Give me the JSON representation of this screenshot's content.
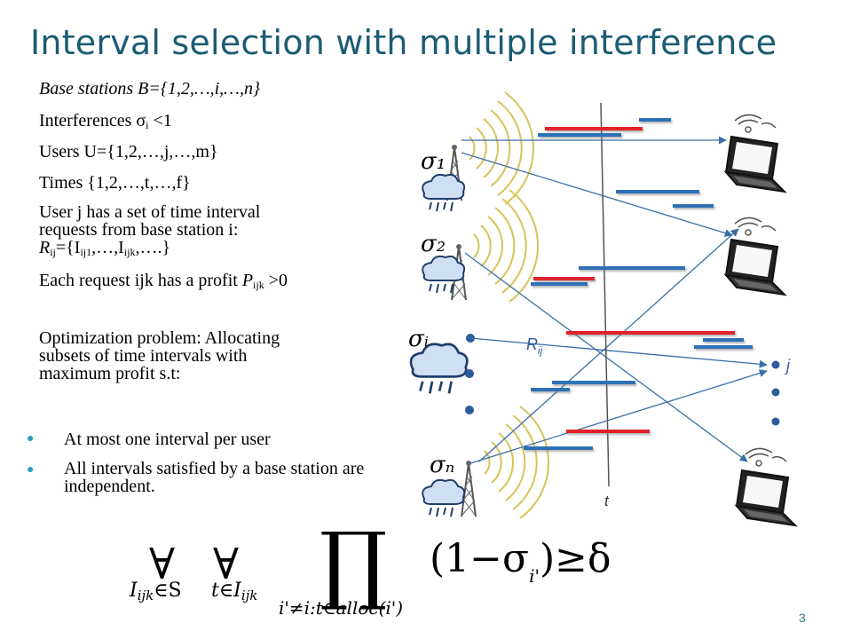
{
  "slide": {
    "title": "Interval selection with multiple interference",
    "page_number": "3",
    "lines": {
      "base_stations": "Base stations B={1,2,…,i,…,n}",
      "interferences_label": "Interferences ",
      "sigma": "σ",
      "sub_i": "i",
      "interferences_rest": " <1",
      "users": "Users  U={1,2,…,j,…,m}",
      "times": "Times {1,2,…,t,…,f}",
      "user_requests_line1": "User j has a set of time interval",
      "user_requests_line2": "requests from base station i:",
      "r_prefix": "R",
      "sub_ij": "ij",
      "r_set_a": "={I",
      "sub_ij1": "ij1",
      "r_set_b": ",…,I",
      "sub_ijk": "ijk",
      "r_set_c": ",….}",
      "profit_a": "Each request ijk has a profit ",
      "profit_p": "P",
      "profit_b": " >0",
      "optimization_line1": "Optimization problem: Allocating",
      "optimization_line2": "subsets of time intervals with",
      "optimization_line3": "maximum profit s.t:"
    },
    "bullets": [
      "At most one interval per user",
      "All intervals satisfied by a base station are independent."
    ],
    "diagram": {
      "sigma_1": "σ₁",
      "sigma_2": "σ₂",
      "sigma_i": "σᵢ",
      "sigma_n": "σₙ",
      "r_label": "R",
      "r_sub": "ij",
      "j_label": "j",
      "t_label": "t",
      "colors": {
        "red": "#e0232b",
        "blue": "#2f6fb5",
        "arrow": "#3a6fa8",
        "dot": "#2c5b9c"
      }
    },
    "formula": {
      "forall": "∀",
      "sub1_a": "I",
      "sub1_b": "ijk",
      "sub1_c": "∈S",
      "sub2_a": "t∈I",
      "sub2_b": "ijk",
      "prod": "∏",
      "prod_sub": "i'≠i:t∈alloc(i')",
      "factor": "(1−σ",
      "factor_sub": "i'",
      "rhs": ")≥δ"
    }
  }
}
